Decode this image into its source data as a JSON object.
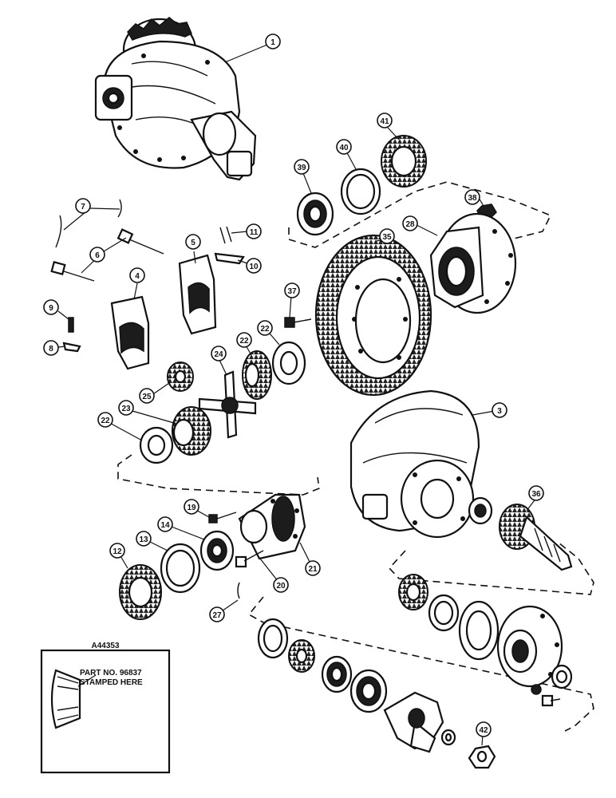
{
  "reference_code": "A44353",
  "inset": {
    "line1": "PART NO. 96837",
    "line2": "STAMPED HERE"
  },
  "callouts": [
    "1",
    "7",
    "6",
    "5",
    "11",
    "10",
    "4",
    "9",
    "8",
    "39",
    "40",
    "41",
    "38",
    "28",
    "35",
    "37",
    "24",
    "22",
    "22",
    "25",
    "23",
    "22",
    "3",
    "19",
    "14",
    "12",
    "13",
    "21",
    "36",
    "20",
    "27",
    "42"
  ],
  "icons": {
    "housing": "differential-housing-icon",
    "gear": "gear-icon",
    "bearing": "bearing-icon"
  },
  "colors": {
    "ink": "#111111",
    "paper": "#ffffff"
  }
}
